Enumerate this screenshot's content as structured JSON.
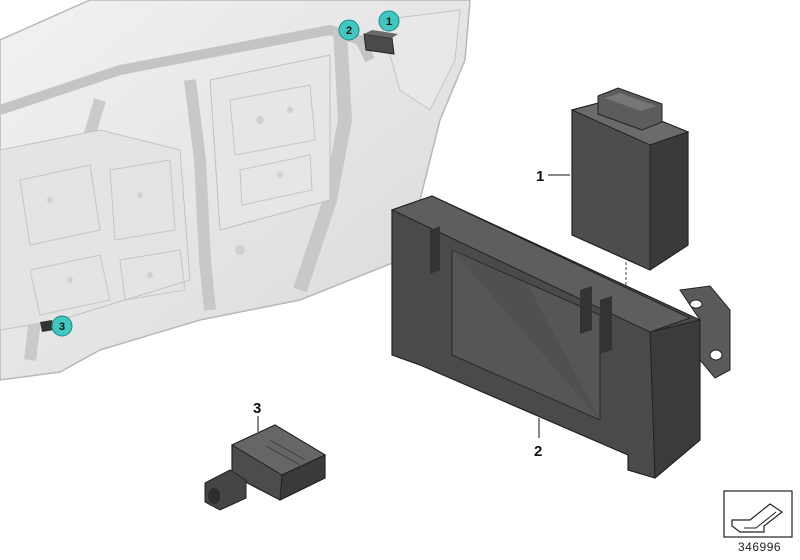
{
  "badges": [
    {
      "id": "badge-1",
      "label": "1",
      "color": "#40c8c0"
    },
    {
      "id": "badge-2",
      "label": "2",
      "color": "#40c8c0"
    },
    {
      "id": "badge-3",
      "label": "3",
      "color": "#40c8c0"
    }
  ],
  "callouts": {
    "part1": "1",
    "part2": "2",
    "part3": "3"
  },
  "reference_number": "346996",
  "icons": [
    "body-shell-illustration",
    "control-unit",
    "mounting-bracket",
    "sensor",
    "nav-arrow-icon"
  ]
}
